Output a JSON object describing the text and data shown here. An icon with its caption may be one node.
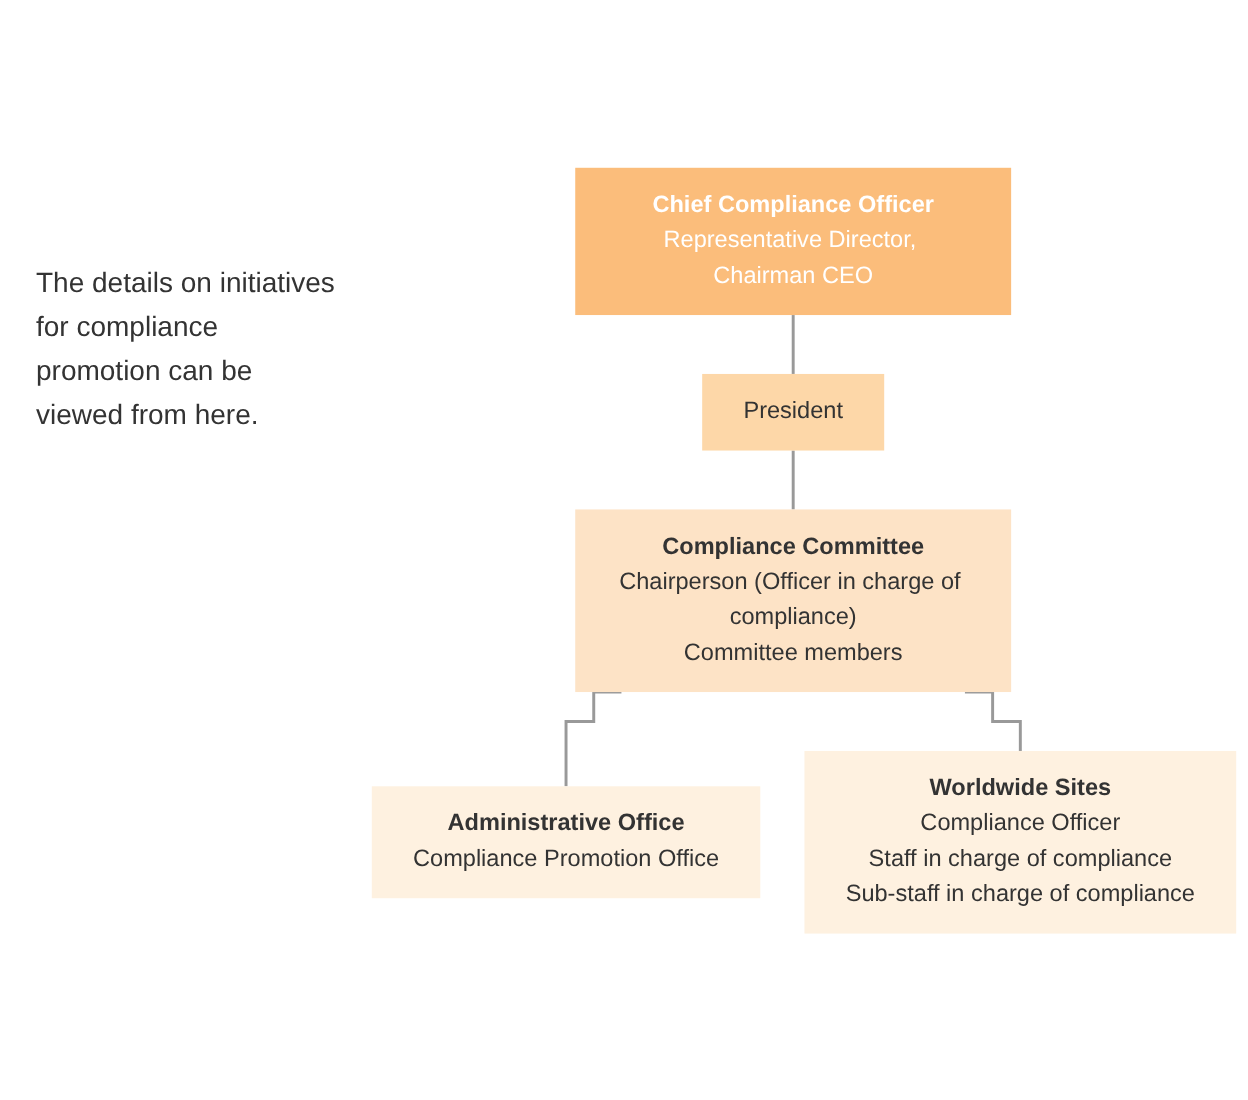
{
  "diagram": {
    "nodes": [
      {
        "text": [
          "Chief Compliance Officer",
          "Representative Director, Chairman CEO"
        ]
      },
      {
        "text": [
          "President"
        ]
      },
      {
        "text": [
          "Compliance Committee",
          "Chairperson (Officer in charge of compliance)",
          "Committee members"
        ]
      },
      {
        "text": [
          "Administrative Office",
          "Compliance Promotion Office"
        ]
      },
      {
        "text": [
          "Worldwide Sites",
          "Compliance Officer",
          "Staff in charge of compliance",
          "Sub-staff in charge of compliance"
        ]
      }
    ],
    "edges": [
      {
        "from": 0,
        "to": 1,
        "arrow": "none"
      },
      {
        "from": 1,
        "to": 2,
        "arrow": "none"
      },
      {
        "from": 2,
        "to": 3,
        "arrow": "none"
      },
      {
        "from": 2,
        "to": 4,
        "arrow": "none"
      }
    ],
    "labels": [
      "The details on initiatives for compliance promotion can be viewed from here."
    ]
  }
}
